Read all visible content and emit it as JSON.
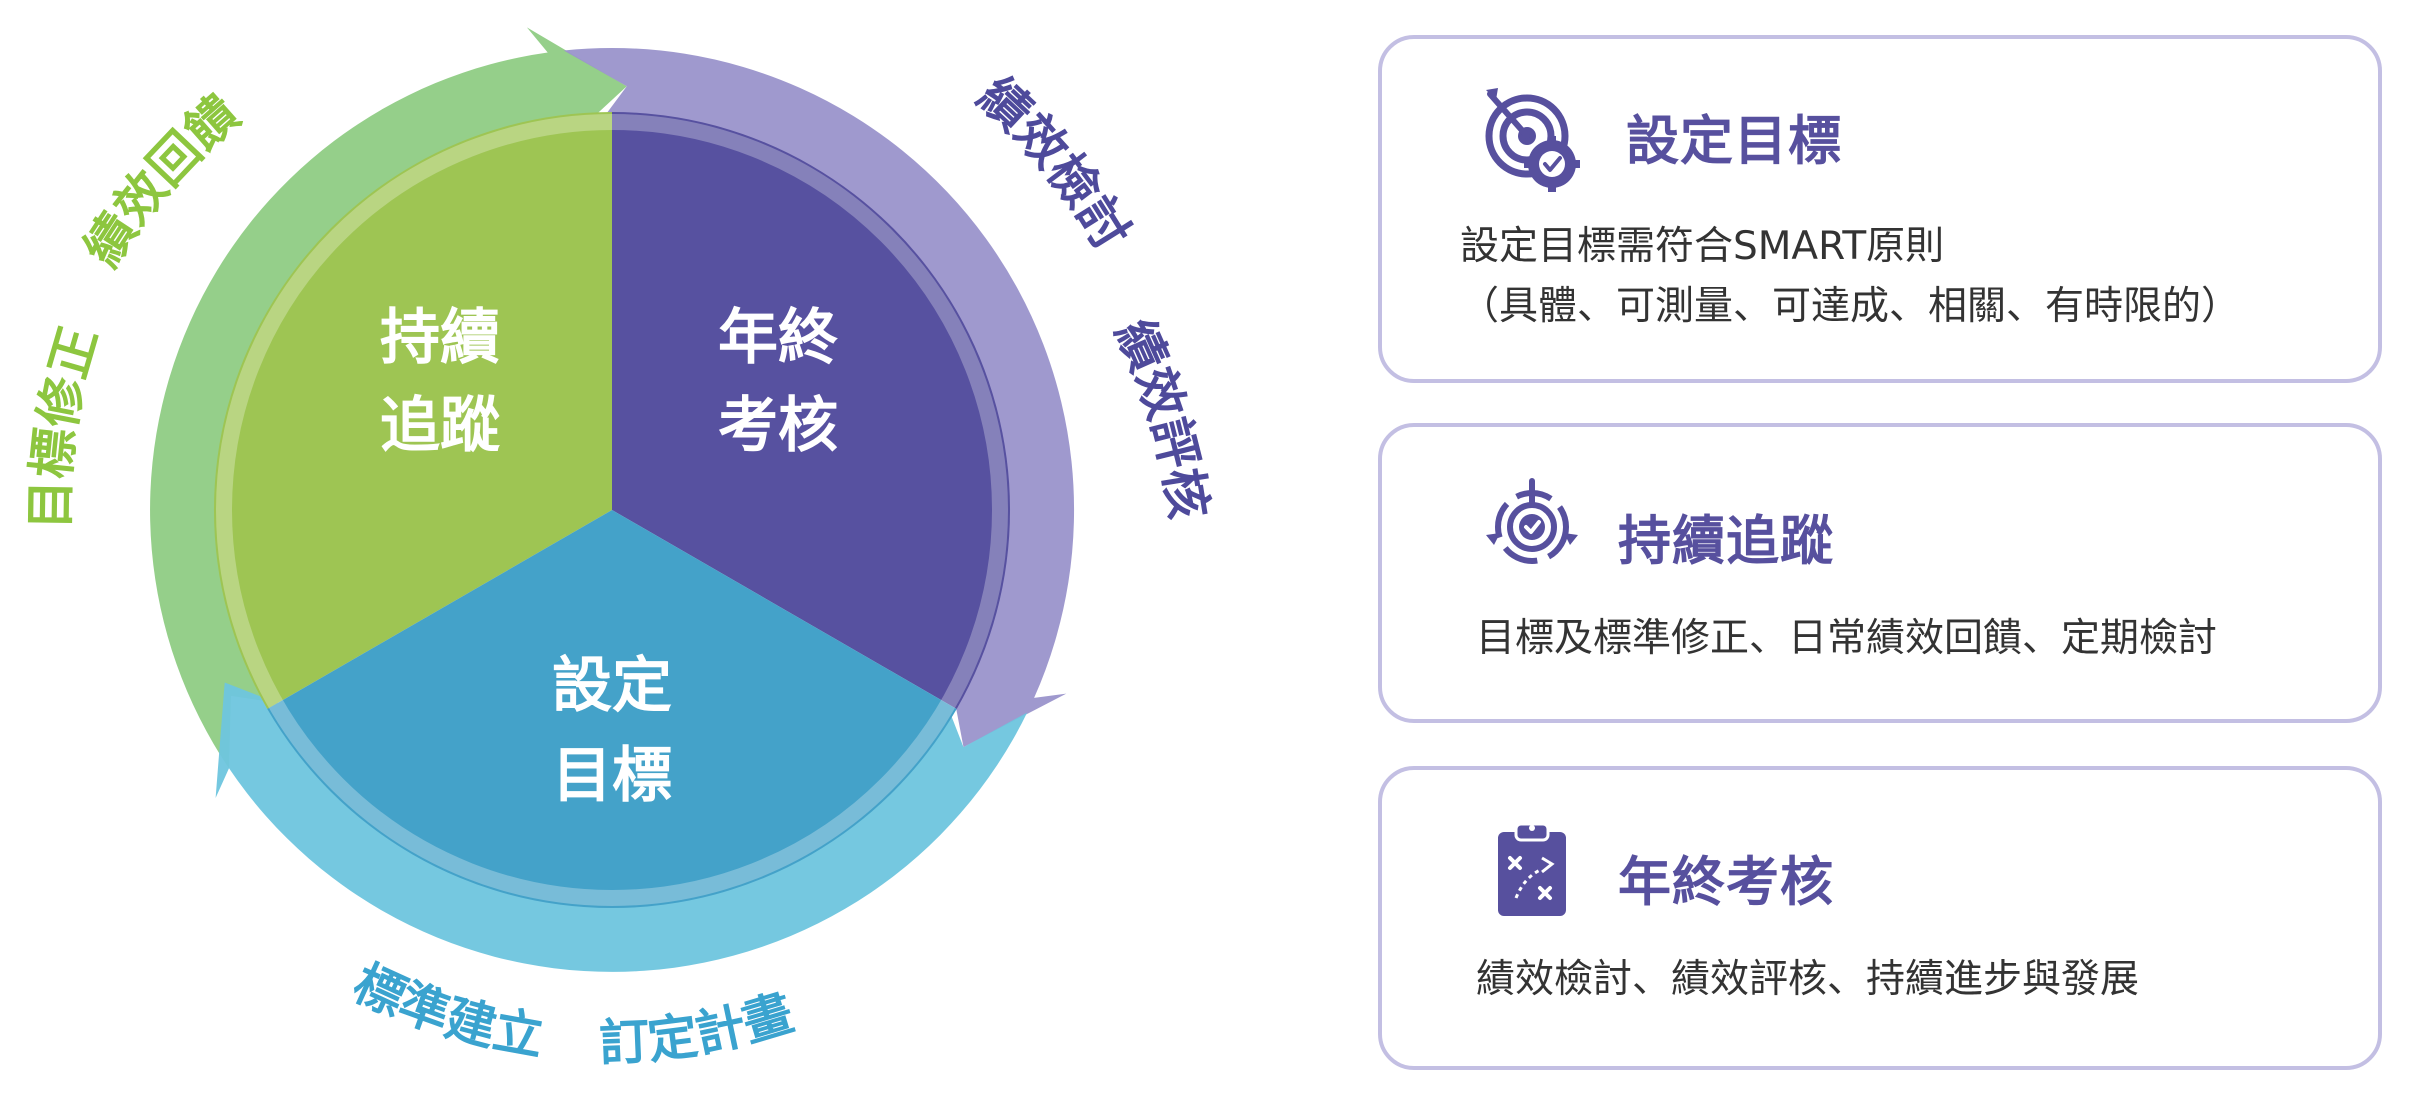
{
  "colors": {
    "green": "#9ec553",
    "purple": "#5751a0",
    "blue": "#44a2c9",
    "green_arrow": "#8fcc84",
    "purple_arrow": "#9a93cb",
    "blue_arrow": "#6ec5de",
    "green_text": "#8dc63f",
    "purple_text": "#4e4a9b",
    "blue_text": "#3aa3cf",
    "card_border": "#c3bfe3",
    "card_title": "#57509e"
  },
  "cycle": {
    "segments": [
      {
        "id": "tracking",
        "line1": "持續",
        "line2": "追蹤"
      },
      {
        "id": "year-end",
        "line1": "年終",
        "line2": "考核"
      },
      {
        "id": "goal",
        "line1": "設定",
        "line2": "目標"
      }
    ],
    "arc_labels": {
      "green_a": "目標修正",
      "green_b": "績效回饋",
      "purple_a": "績效檢討",
      "purple_b": "績效評核",
      "blue_a": "標準建立",
      "blue_b": "訂定計畫"
    }
  },
  "cards": [
    {
      "icon": "target-icon",
      "title": "設定目標",
      "desc": [
        "設定目標需符合SMART原則",
        "（具體、可測量、可達成、相關、有時限的）"
      ]
    },
    {
      "icon": "tracking-cycle-icon",
      "title": "持續追蹤",
      "desc": [
        "目標及標準修正、日常績效回饋、定期檢討"
      ]
    },
    {
      "icon": "clipboard-icon",
      "title": "年終考核",
      "desc": [
        "績效檢討、績效評核、持續進步與發展"
      ]
    }
  ]
}
